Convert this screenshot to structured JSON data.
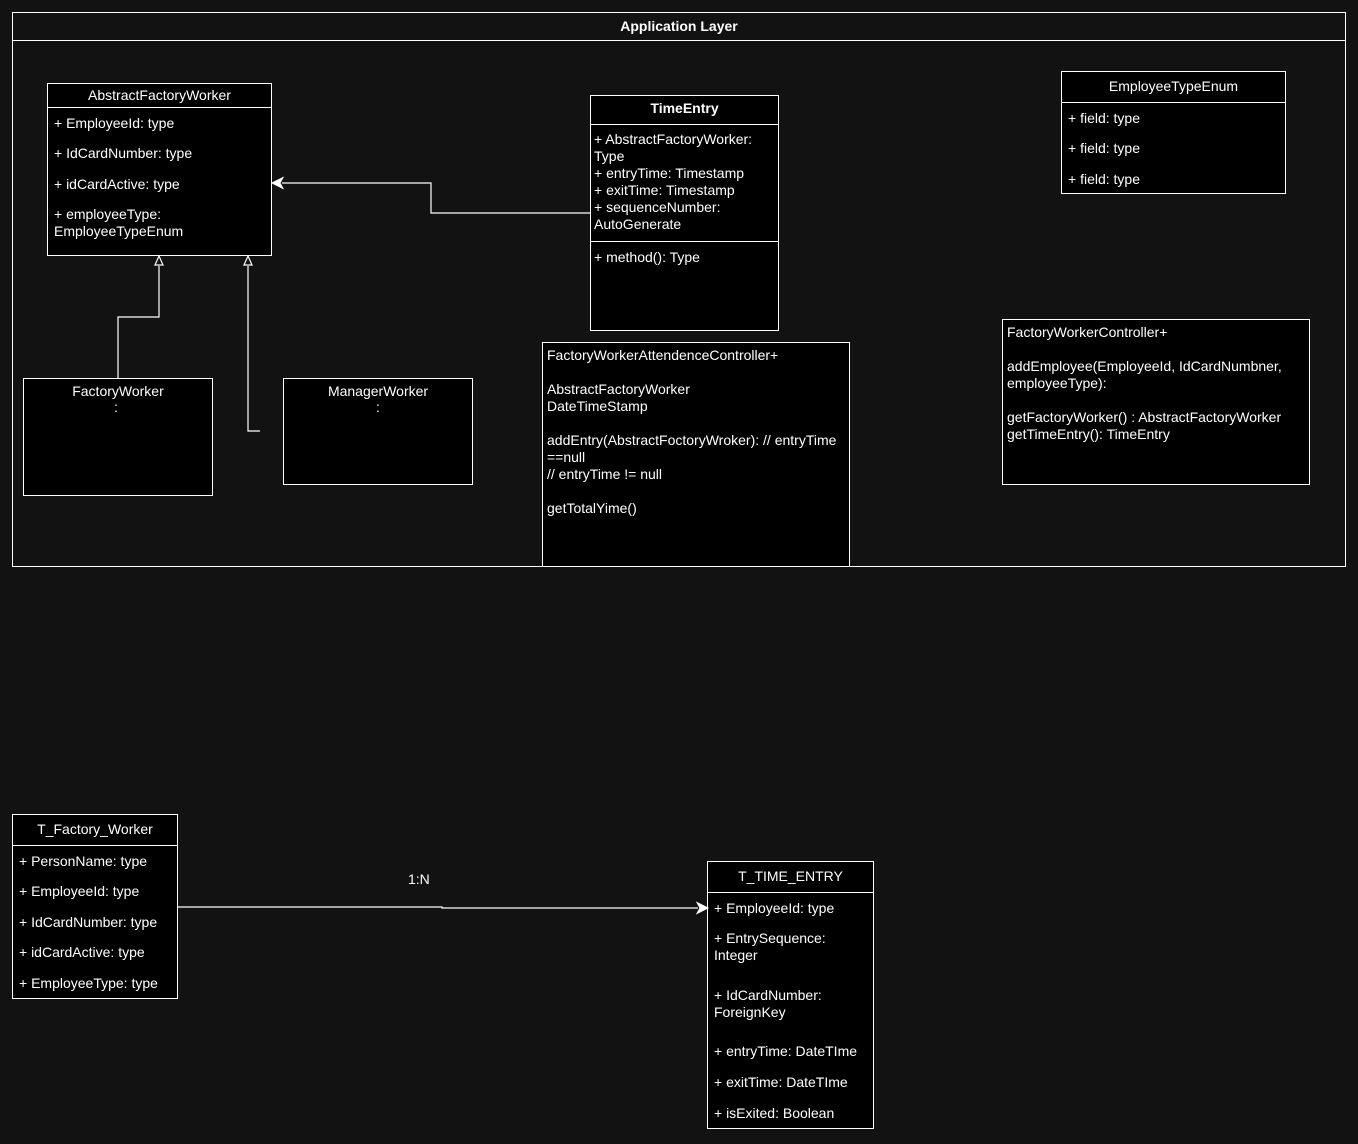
{
  "package": {
    "title": "Application Layer"
  },
  "abstract_factory_worker": {
    "name": "AbstractFactoryWorker",
    "fields": [
      "+ EmployeeId: type",
      "+ IdCardNumber: type",
      "+ idCardActive: type",
      "+ employeeType:\nEmployeeTypeEnum"
    ]
  },
  "time_entry": {
    "name": "TimeEntry",
    "attributes": "+ AbstractFactoryWorker:\nType\n+ entryTime: Timestamp\n+ exitTime: Timestamp\n+ sequenceNumber:\nAutoGenerate",
    "methods": "+ method(): Type"
  },
  "employee_type_enum": {
    "name": "EmployeeTypeEnum",
    "fields": [
      "+ field: type",
      "+ field: type",
      "+ field: type"
    ]
  },
  "factory_worker": {
    "name": "FactoryWorker",
    "suffix": ":"
  },
  "manager_worker": {
    "name": "ManagerWorker",
    "suffix": ":"
  },
  "attendance_controller": {
    "text": "FactoryWorkerAttendenceController+\n\nAbstractFactoryWorker\nDateTimeStamp\n\n addEntry(AbstractFoctoryWroker): // entryTime\n==null\n// entryTime != null\n\ngetTotalYime()"
  },
  "worker_controller": {
    "text": "FactoryWorkerController+\n\n addEmployee(EmployeeId, IdCardNumbner,\nemployeeType):\n\ngetFactoryWorker() : AbstractFactoryWorker\ngetTimeEntry(): TimeEntry"
  },
  "t_factory_worker": {
    "name": "T_Factory_Worker",
    "fields": [
      "+ PersonName: type",
      "+ EmployeeId: type",
      "+ IdCardNumber: type",
      "+ idCardActive: type",
      "+ EmployeeType: type"
    ]
  },
  "t_time_entry": {
    "name": "T_TIME_ENTRY",
    "fields": [
      "+ EmployeeId: type",
      "+ EntrySequence:\nInteger",
      "+ IdCardNumber:\nForeignKey",
      "+ entryTime: DateTIme",
      "+ exitTime: DateTIme",
      "+ isExited: Boolean"
    ]
  },
  "relation": {
    "label": "1:N"
  },
  "colors": {
    "background": "#121212",
    "box_fill": "#000000",
    "stroke": "#ffffff"
  }
}
